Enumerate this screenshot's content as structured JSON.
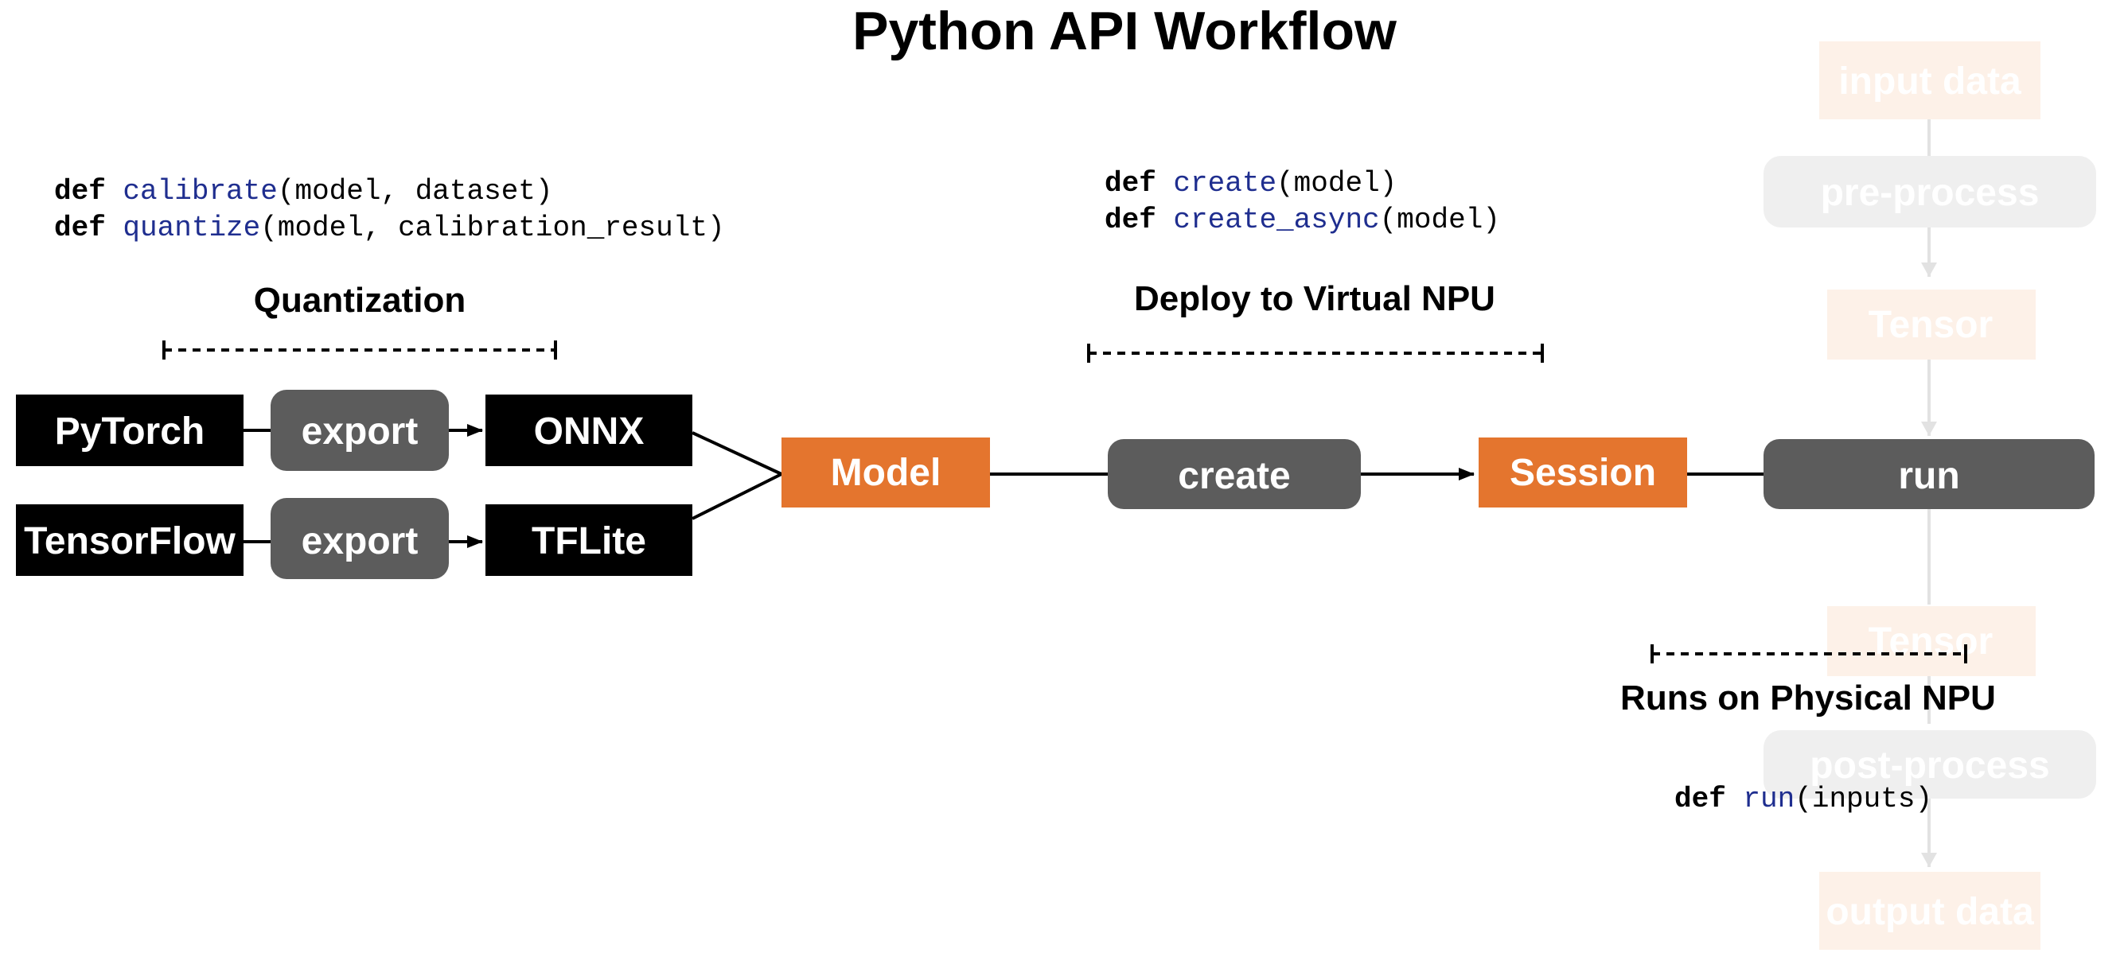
{
  "title": "Python API Workflow",
  "colors": {
    "black_box": "#000000",
    "gray_box": "#5c5c5c",
    "orange_box": "#e4752e",
    "faded_orange": "#fdf1e8",
    "faded_gray": "#efefef",
    "code_function": "#1f2e8f"
  },
  "sections": {
    "quantization": "Quantization",
    "deploy": "Deploy to Virtual NPU",
    "physical": "Runs on Physical NPU"
  },
  "code": {
    "quantization": [
      {
        "kw": "def",
        "fn": "calibrate",
        "args": "(model, dataset)"
      },
      {
        "kw": "def",
        "fn": "quantize",
        "args": "(model, calibration_result)"
      }
    ],
    "deploy": [
      {
        "kw": "def",
        "fn": "create",
        "args": "(model)"
      },
      {
        "kw": "def",
        "fn": "create_async",
        "args": "(model)"
      }
    ],
    "physical": [
      {
        "kw": "def",
        "fn": "run",
        "args": "(inputs)"
      }
    ]
  },
  "nodes": {
    "pytorch": "PyTorch",
    "export_top": "export",
    "onnx": "ONNX",
    "tensorflow": "TensorFlow",
    "export_bottom": "export",
    "tflite": "TFLite",
    "model": "Model",
    "create": "create",
    "session": "Session",
    "run": "run"
  },
  "faded_pipeline": [
    "input data",
    "pre-process",
    "Tensor",
    "Tensor",
    "post-process",
    "output data"
  ]
}
